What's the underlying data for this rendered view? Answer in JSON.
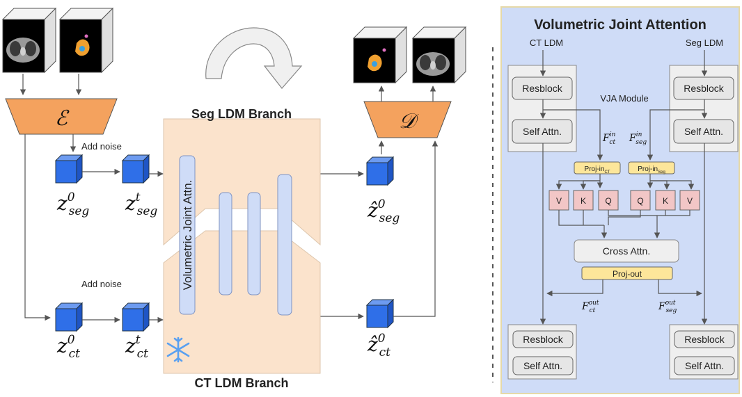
{
  "left": {
    "encoder_symbol": "ℰ",
    "decoder_symbol": "𝒟",
    "add_noise_top": "Add noise",
    "add_noise_bottom": "Add noise",
    "seg_branch_title": "Seg LDM Branch",
    "ct_branch_title": "CT LDM Branch",
    "vja_label": "Volumetric Joint Attn.",
    "latents": {
      "z_seg_0": {
        "base": "z",
        "sup": "0",
        "sub": "seg"
      },
      "z_seg_t": {
        "base": "z",
        "sup": "t",
        "sub": "seg"
      },
      "z_ct_0": {
        "base": "z",
        "sup": "0",
        "sub": "ct"
      },
      "z_ct_t": {
        "base": "z",
        "sup": "t",
        "sub": "ct"
      },
      "zhat_seg_0": {
        "base": "ẑ",
        "sup": "0",
        "sub": "seg"
      },
      "zhat_ct_0": {
        "base": "ẑ",
        "sup": "0",
        "sub": "ct"
      }
    }
  },
  "right": {
    "title": "Volumetric Joint Attention",
    "ct_ldm_label": "CT LDM",
    "seg_ldm_label": "Seg LDM",
    "vja_module_label": "VJA Module",
    "resblock": "Resblock",
    "self_attn": "Self Attn.",
    "proj_in_ct": {
      "base": "Proj-in",
      "sub": "CT"
    },
    "proj_in_seg": {
      "base": "Proj-in",
      "sub": "Seg"
    },
    "qkv_left": [
      "V",
      "K",
      "Q"
    ],
    "qkv_right": [
      "Q",
      "K",
      "V"
    ],
    "cross_attn": "Cross Attn.",
    "proj_out": "Proj-out",
    "f_ct_in": {
      "base": "F",
      "sup": "in",
      "sub": "ct"
    },
    "f_seg_in": {
      "base": "F",
      "sup": "in",
      "sub": "seg"
    },
    "f_ct_out": {
      "base": "F",
      "sup": "out",
      "sub": "ct"
    },
    "f_seg_out": {
      "base": "F",
      "sup": "out",
      "sub": "seg"
    }
  },
  "colors": {
    "encoder": "#f4a25e",
    "branch": "#fbe3cc",
    "latent_cube": "#2f6fe8",
    "vja_panel": "#cfdcf7",
    "block_fill": "#efefef",
    "proj_fill": "#fde69a",
    "qkv_fill": "#f2c6c6",
    "snowflake": "#5aa0f0"
  }
}
